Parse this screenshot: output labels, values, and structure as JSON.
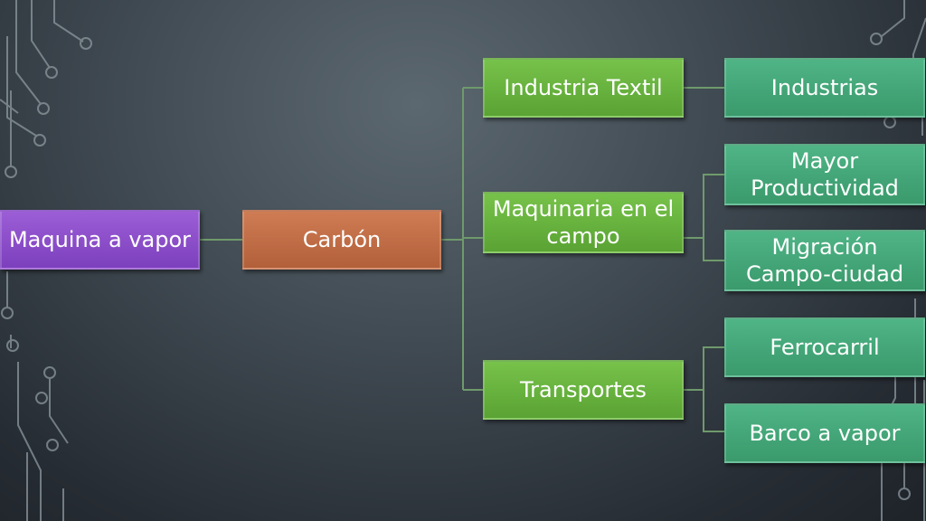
{
  "diagram": {
    "root": "Maquina a vapor",
    "level1": "Carbón",
    "level2": [
      "Industria Textil",
      "Maquinaria en el campo",
      "Transportes"
    ],
    "level3": {
      "industria_textil": [
        "Industrias"
      ],
      "maquinaria": [
        "Mayor Productividad",
        "Migración Campo-ciudad"
      ],
      "transportes": [
        "Ferrocarril",
        "Barco a vapor"
      ]
    }
  },
  "colors": {
    "root": "#8a4fc8",
    "level1": "#c06c45",
    "level2": "#66ad3e",
    "level3": "#45a87a",
    "connector": "#6f9a6c"
  }
}
